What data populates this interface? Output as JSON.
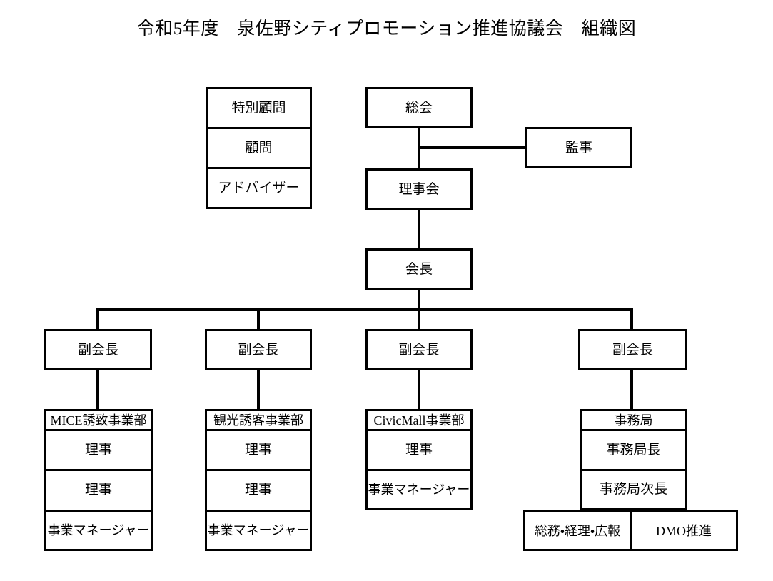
{
  "page": {
    "title": "令和5年度　泉佐野シティプロモーション推進協議会　組織図",
    "bg_color": "#ffffff",
    "line_color": "#000000",
    "text_color": "#000000"
  },
  "chart_data": {
    "type": "diagram",
    "diagram_kind": "organization-chart",
    "title": "令和5年度　泉佐野シティプロモーション推進協議会　組織図",
    "nodes": [
      {
        "id": "advisors",
        "labels": [
          "特別顧問",
          "顧問",
          "アドバイザー"
        ]
      },
      {
        "id": "general-meeting",
        "label": "総会"
      },
      {
        "id": "auditor",
        "label": "監事"
      },
      {
        "id": "board",
        "label": "理事会"
      },
      {
        "id": "chairman",
        "label": "会長"
      },
      {
        "id": "vice-chair-1",
        "label": "副会長"
      },
      {
        "id": "vice-chair-2",
        "label": "副会長"
      },
      {
        "id": "vice-chair-3",
        "label": "副会長"
      },
      {
        "id": "vice-chair-4",
        "label": "副会長"
      },
      {
        "id": "mice-division",
        "header": "MICE誘致事業部",
        "members": [
          "理事",
          "理事",
          "事業マネージャー"
        ]
      },
      {
        "id": "tourism-division",
        "header": "観光誘客事業部",
        "members": [
          "理事",
          "理事",
          "事業マネージャー"
        ]
      },
      {
        "id": "civicmall-division",
        "header": "CivicMall事業部",
        "members": [
          "理事",
          "事業マネージャー"
        ]
      },
      {
        "id": "secretariat",
        "header": "事務局",
        "members": [
          "事務局長",
          "事務局次長"
        ]
      },
      {
        "id": "secretariat-sections",
        "cells": [
          "総務・経理・広報",
          "DMO推進"
        ]
      }
    ],
    "edges": [
      {
        "from": "general-meeting",
        "to": "auditor"
      },
      {
        "from": "general-meeting",
        "to": "board"
      },
      {
        "from": "board",
        "to": "chairman"
      },
      {
        "from": "chairman",
        "to": "vice-chair-1"
      },
      {
        "from": "chairman",
        "to": "vice-chair-2"
      },
      {
        "from": "chairman",
        "to": "vice-chair-3"
      },
      {
        "from": "chairman",
        "to": "vice-chair-4"
      },
      {
        "from": "vice-chair-1",
        "to": "mice-division"
      },
      {
        "from": "vice-chair-2",
        "to": "tourism-division"
      },
      {
        "from": "vice-chair-3",
        "to": "civicmall-division"
      },
      {
        "from": "vice-chair-4",
        "to": "secretariat"
      }
    ]
  },
  "advisors": {
    "special_advisor": "特別顧問",
    "advisor": "顧問",
    "adviser_katakana": "アドバイザー"
  },
  "governance": {
    "general_meeting": "総会",
    "auditor": "監事",
    "board_of_directors": "理事会",
    "chairman": "会長"
  },
  "vice_chairs": {
    "one": "副会長",
    "two": "副会長",
    "three": "副会長",
    "four": "副会長"
  },
  "divisions": {
    "mice": {
      "header": "MICE誘致事業部",
      "row1": "理事",
      "row2": "理事",
      "row3": "事業マネージャー"
    },
    "tourism": {
      "header": "観光誘客事業部",
      "row1": "理事",
      "row2": "理事",
      "row3": "事業マネージャー"
    },
    "civicmall": {
      "header": "CivicMall事業部",
      "row1": "理事",
      "row2": "事業マネージャー"
    },
    "secretariat": {
      "header": "事務局",
      "row1": "事務局長",
      "row2": "事務局次長",
      "section_left": "総務・経理・広報",
      "section_right": "DMO推進"
    }
  }
}
